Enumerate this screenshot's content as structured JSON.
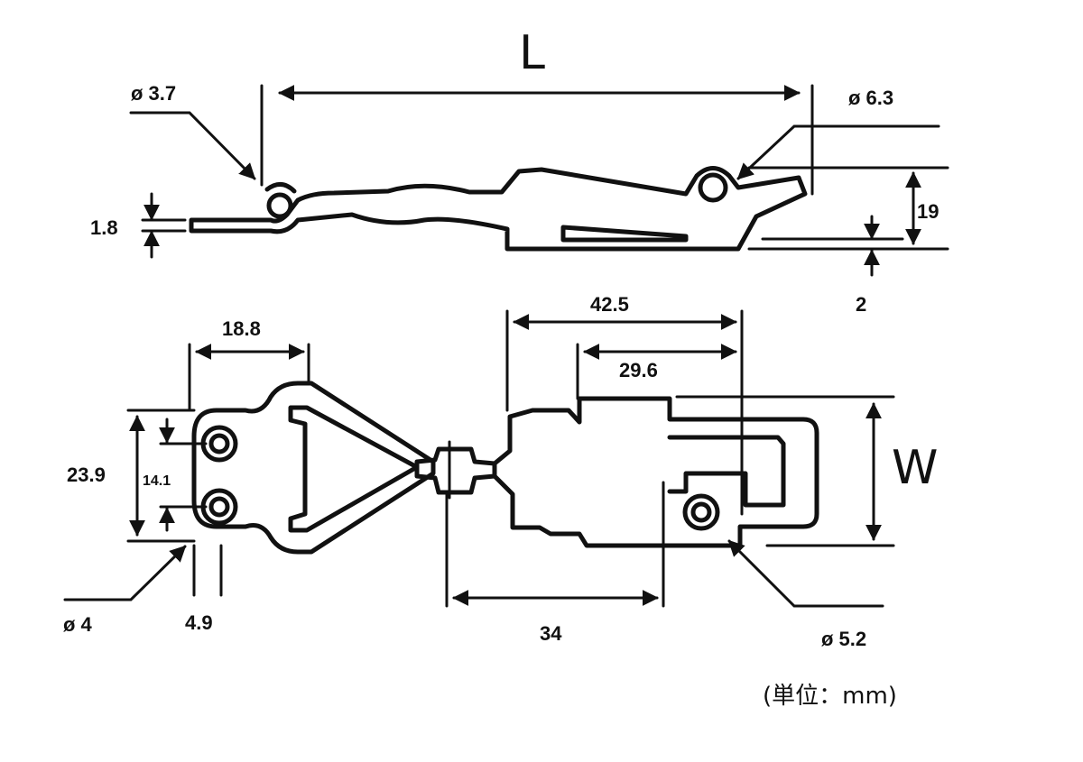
{
  "labels": {
    "L": "L",
    "W": "W",
    "phi_3_7": "ø 3.7",
    "phi_6_3": "ø 6.3",
    "t_1_8": "1.8",
    "h_19": "19",
    "t_2": "2",
    "d_18_8": "18.8",
    "d_42_5": "42.5",
    "d_29_6": "29.6",
    "d_23_9": "23.9",
    "d_14_1": "14.1",
    "phi_4": "ø 4",
    "d_4_9": "4.9",
    "d_34": "34",
    "phi_5_2": "ø 5.2"
  },
  "unit_note": "(単位：mm)"
}
